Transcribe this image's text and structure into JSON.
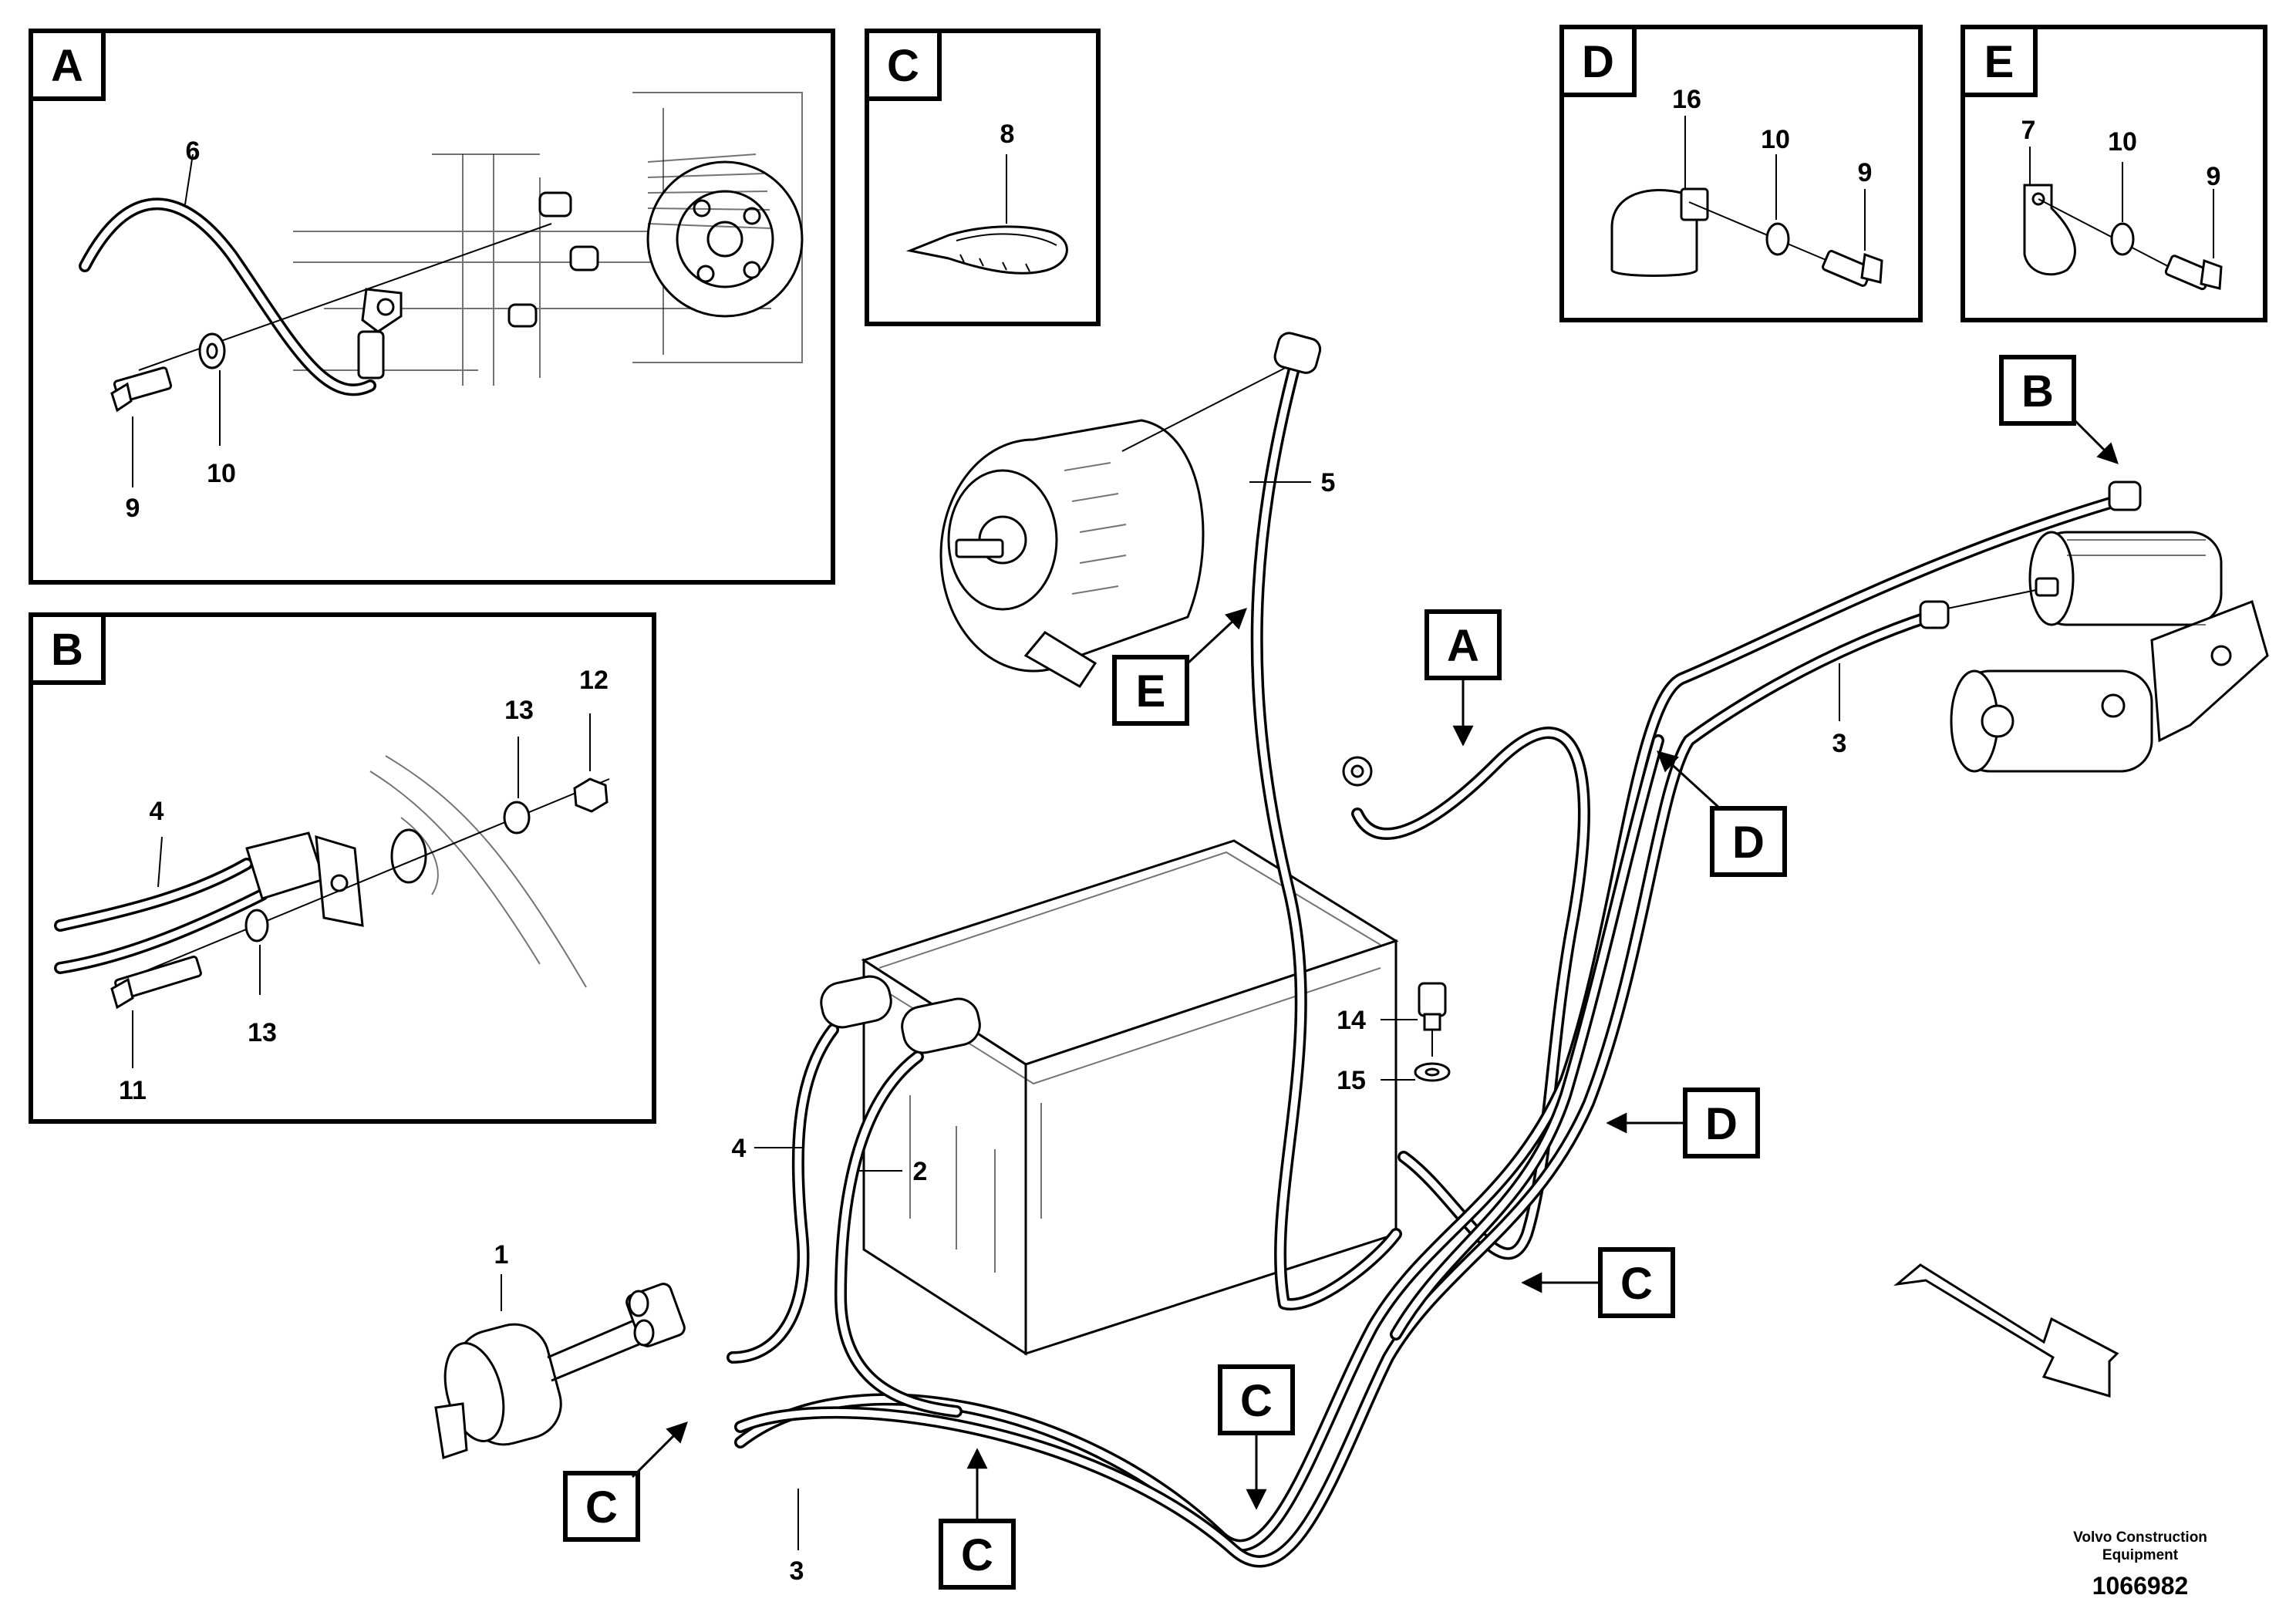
{
  "detail_boxes": {
    "A": {
      "letter": "A",
      "callouts": {
        "cable": "6",
        "bolt": "9",
        "washer": "10"
      }
    },
    "B": {
      "letter": "B",
      "callouts": {
        "cable": "4",
        "nut": "12",
        "washer_top": "13",
        "washer_bottom": "13",
        "bolt": "11"
      }
    },
    "C": {
      "letter": "C",
      "callouts": {
        "tie": "8"
      }
    },
    "D": {
      "letter": "D",
      "callouts": {
        "clamp": "16",
        "washer": "10",
        "bolt": "9"
      }
    },
    "E": {
      "letter": "E",
      "callouts": {
        "clip": "7",
        "washer": "10",
        "bolt": "9"
      }
    }
  },
  "main": {
    "callouts": {
      "switch": "1",
      "cable_2": "2",
      "cable_3_right": "3",
      "cable_3_bottom": "3",
      "cable_4": "4",
      "cable_5": "5",
      "bolt_14": "14",
      "washer_15": "15"
    },
    "tags": {
      "b_top": "B",
      "a_mid": "A",
      "e_alt": "E",
      "d_upper": "D",
      "d_lower": "D",
      "c_right": "C",
      "c_center": "C",
      "c_left": "C",
      "c_bottom": "C"
    }
  },
  "footer": {
    "brand_line1": "Volvo Construction",
    "brand_line2": "Equipment",
    "doc_number": "1066982"
  }
}
